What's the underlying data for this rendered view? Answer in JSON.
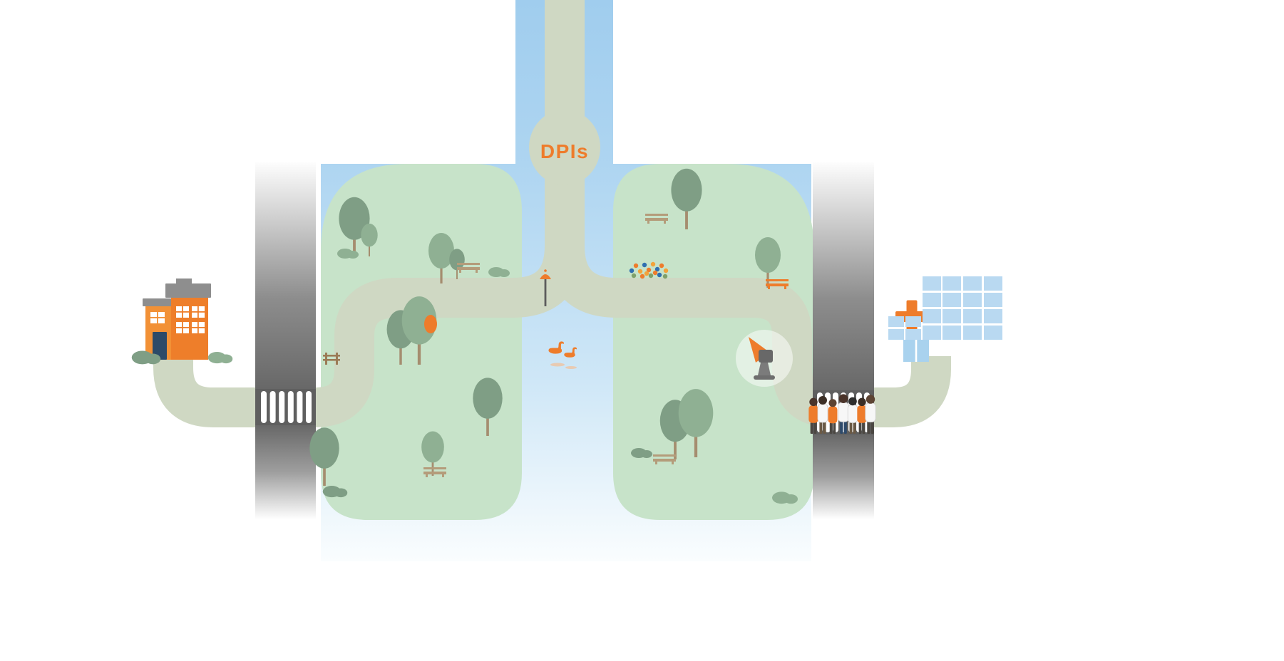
{
  "illustration": {
    "airway_label": "DPIs",
    "theme": "Lungs depicted as a public park connecting a house to a hospital",
    "swan_count": 2,
    "pedestrian_count": 7
  },
  "colors": {
    "accent_orange": "#ee7c2b",
    "sky_blue": "#aed5f1",
    "sky_blue_pale": "#f8fcfe",
    "lung_park_green": "#c7e3c9",
    "path_green": "#cfd8c3",
    "wall_gray": "#686868",
    "crosswalk_stripe_white": "#ffffff",
    "tree_green_dark": "#7f9e85",
    "tree_green_mid": "#8fb093",
    "trunk_tan": "#a58d6f",
    "bench_tan": "#b49c7a",
    "house_orange": "#ee7e2a",
    "door_navy": "#2c4a68",
    "roof_gray": "#8e8e8e",
    "hospital_window_blue": "#b9d9f1",
    "flower_blue": "#2f6fb0",
    "flower_gold": "#f2a33a",
    "flower_leaf_green": "#7fa06b"
  },
  "scene": {
    "landmarks": [
      "house",
      "left-gate-crosswalk",
      "left-lung-park",
      "trachea-path",
      "dpis-node",
      "lamp-post",
      "swans",
      "flower-bed",
      "viewpoint-telescope",
      "right-lung-park",
      "right-gate-crosswalk",
      "pedestrians",
      "hospital"
    ]
  }
}
